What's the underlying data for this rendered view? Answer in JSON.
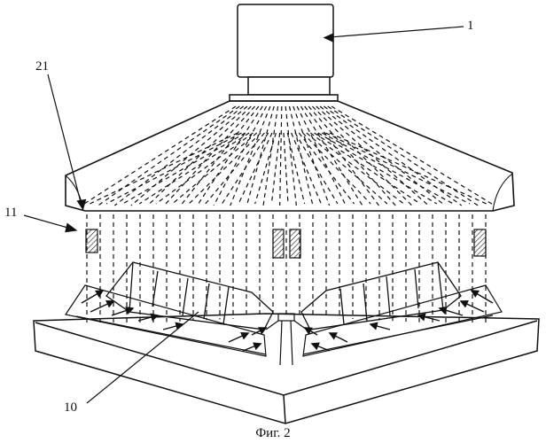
{
  "labels": {
    "motor": "1",
    "housing_edge": "21",
    "side_wall": "11",
    "blade_segment": "10"
  },
  "caption": "Фиг. 2",
  "colors": {
    "ink": "#111111",
    "background": "#ffffff"
  }
}
